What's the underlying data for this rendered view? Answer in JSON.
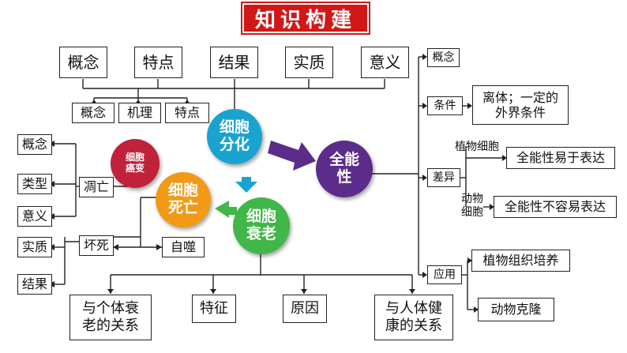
{
  "title": "知识构建",
  "top_row": [
    "概念",
    "特点",
    "结果",
    "实质",
    "意义"
  ],
  "sub_row": [
    "概念",
    "机理",
    "特点"
  ],
  "center": {
    "cancer": "细胞\n癌变",
    "differentiation": "细胞\n分化",
    "totipotency": "全能\n性",
    "death": "细胞\n死亡",
    "aging": "细胞\n衰老"
  },
  "left": {
    "concept": "概念",
    "type": "类型",
    "meaning": "意义",
    "essence": "实质",
    "result": "结果",
    "apoptosis": "凋亡",
    "necrosis": "坏死",
    "autophagy": "自噬"
  },
  "bottom": {
    "individual": "与个体衰\n老的关系",
    "features": "特征",
    "causes": "原因",
    "health": "与人体健\n康的关系"
  },
  "right": {
    "concept": "概念",
    "conditions": "条件",
    "conditions_detail": "离体；一定的\n外界条件",
    "difference": "差异",
    "plant_cell": "植物细胞",
    "plant_detail": "全能性易于表达",
    "animal_cell": "动物\n细胞",
    "animal_detail": "全能性不容易表达",
    "application": "应用",
    "tissue_culture": "植物组织培养",
    "cloning": "动物克隆"
  },
  "colors": {
    "title_bg": "#d11818",
    "differentiation": "#1aa3cf",
    "totipotency": "#5b2c8a",
    "death": "#f29a17",
    "aging": "#41b649",
    "cancer": "#c0223a",
    "arrow_purple": "#5b2c8a",
    "arrow_blue": "#1aa3cf",
    "arrow_green": "#41b649"
  }
}
